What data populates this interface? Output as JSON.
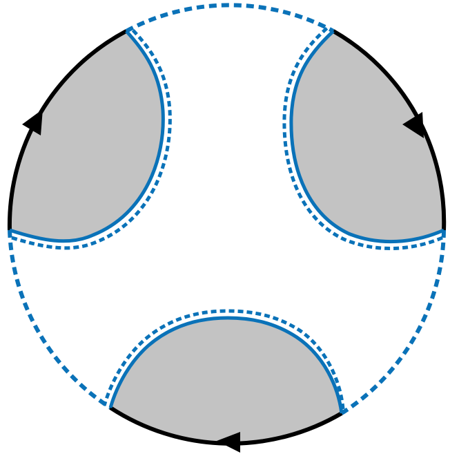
{
  "diagram": {
    "colors": {
      "background": "#ffffff",
      "region_fill": "#c3c3c3",
      "boundary_solid": "#000000",
      "boundary_blue": "#0a72b8"
    },
    "regions": [
      {
        "name": "top-left-region",
        "arrow": "arrow-up-icon"
      },
      {
        "name": "top-right-region",
        "arrow": "arrow-down-icon"
      },
      {
        "name": "bottom-region",
        "arrow": "arrow-left-icon"
      }
    ]
  }
}
